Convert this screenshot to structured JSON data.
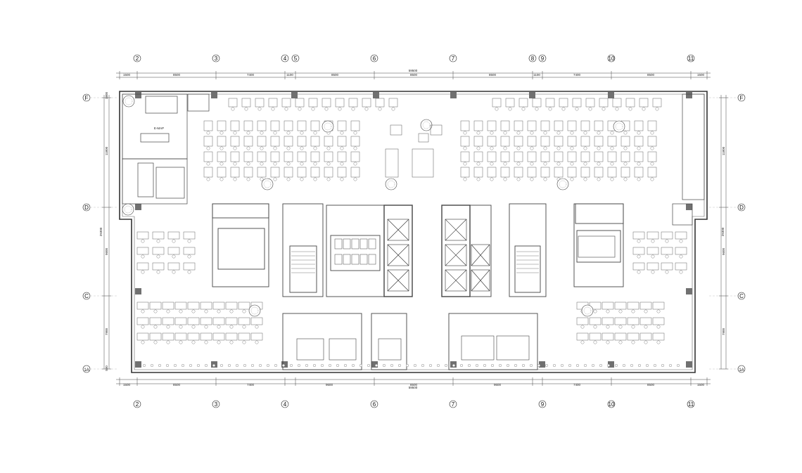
{
  "grid": {
    "columns": [
      "2",
      "3",
      "4",
      "5",
      "6",
      "7",
      "8",
      "9",
      "10",
      "11"
    ],
    "columns_bottom": [
      "2",
      "3",
      "4",
      "6",
      "7",
      "9",
      "10",
      "11"
    ],
    "rows": [
      "F",
      "D",
      "C",
      "1A"
    ]
  },
  "dimensions": {
    "top_total": "59500",
    "top_segments": [
      "1500",
      "8500",
      "7400",
      "1100",
      "8500",
      "8500",
      "8500",
      "1100",
      "7400",
      "8500",
      "1500"
    ],
    "bottom_total": "59500",
    "bottom_segments": [
      "1500",
      "8500",
      "7400",
      "9600",
      "8500",
      "9600",
      "7400",
      "8500",
      "1500"
    ],
    "left_total": "29300",
    "left_segments": [
      "1800",
      "11800",
      "9600",
      "7900",
      "500"
    ],
    "right_total": "29300",
    "right_segments": [
      "11800",
      "9600",
      "7900"
    ]
  },
  "rooms": {
    "manager_office_label": "E-MAP"
  },
  "colors": {
    "line": "#333333",
    "wall": "#555555",
    "column": "#707070"
  }
}
